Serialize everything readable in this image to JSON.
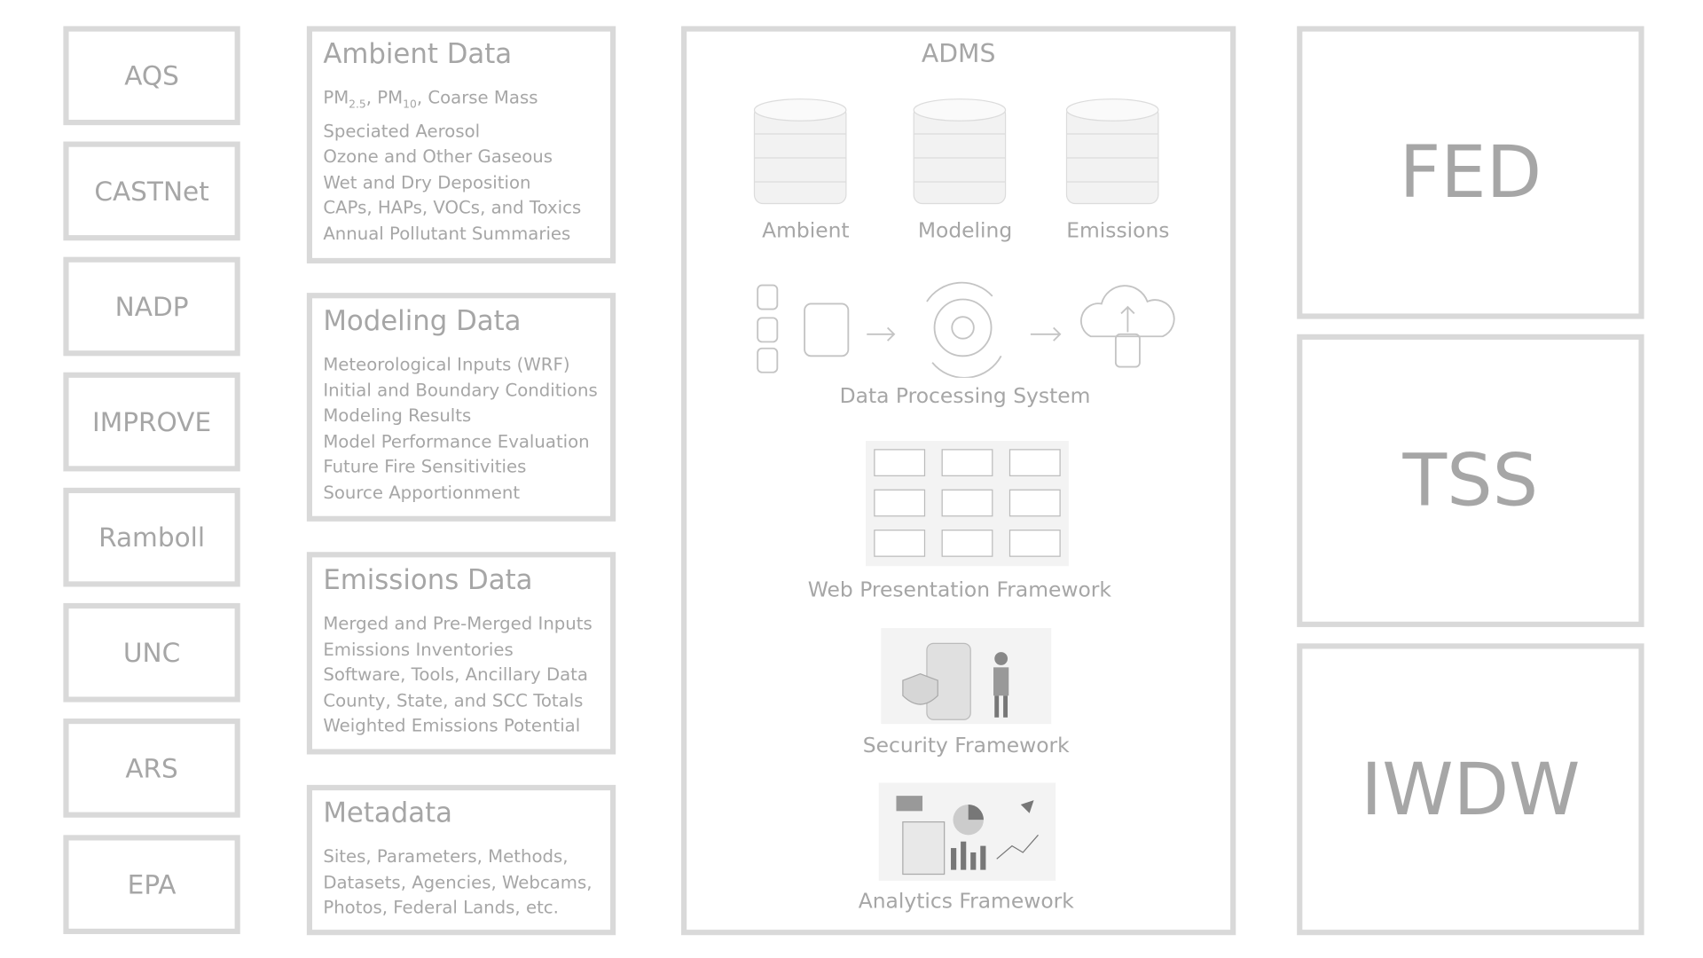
{
  "sources": [
    "AQS",
    "CASTNet",
    "NADP",
    "IMPROVE",
    "Ramboll",
    "UNC",
    "ARS",
    "EPA"
  ],
  "categories": [
    {
      "title": "Ambient Data",
      "items": [
        "PM2.5, PM10, Coarse Mass",
        "Speciated Aerosol",
        "Ozone and Other Gaseous",
        "Wet and Dry Deposition",
        "CAPs, HAPs, VOCs, and Toxics",
        "Annual Pollutant Summaries"
      ]
    },
    {
      "title": "Modeling Data",
      "items": [
        "Meteorological Inputs (WRF)",
        "Initial and Boundary Conditions",
        "Modeling Results",
        "Model Performance Evaluation",
        "Future Fire Sensitivities",
        "Source Apportionment"
      ]
    },
    {
      "title": "Emissions Data",
      "items": [
        "Merged and Pre-Merged Inputs",
        "Emissions Inventories",
        "Software, Tools, Ancillary Data",
        "County, State, and SCC Totals",
        "Weighted Emissions Potential"
      ]
    },
    {
      "title": "Metadata",
      "items": [
        "Sites, Parameters, Methods,",
        "Datasets, Agencies, Webcams,",
        "Photos, Federal Lands, etc."
      ]
    }
  ],
  "adms": {
    "title": "ADMS",
    "databases": [
      "Ambient",
      "Modeling",
      "Emissions"
    ],
    "dps": "Data Processing System",
    "web": "Web Presentation Framework",
    "security": "Security Framework",
    "analytics": "Analytics Framework"
  },
  "systems": [
    "FED",
    "TSS",
    "IWDW"
  ]
}
